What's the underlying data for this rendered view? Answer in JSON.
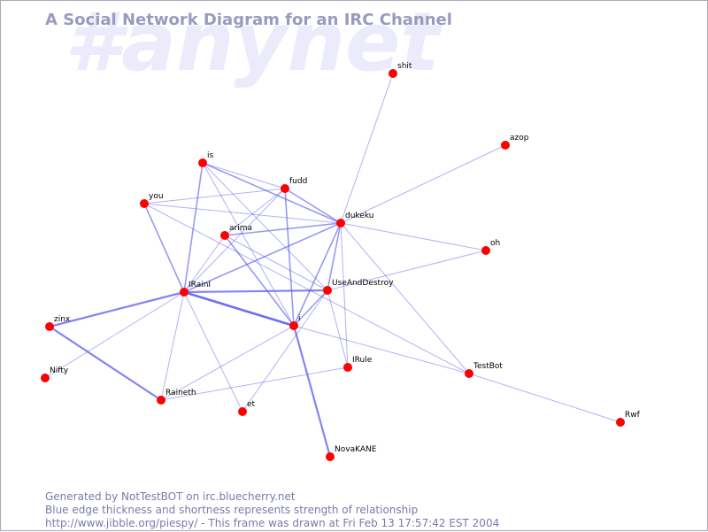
{
  "diagram": {
    "title": "A Social Network Diagram for an IRC Channel",
    "channel_watermark": "#anynet",
    "colors": {
      "node": "#ff0000",
      "edge": "#5555ee",
      "watermark": "#ebebfc",
      "title": "#9a9ac0",
      "footer": "#7a7aaa"
    },
    "nodes": [
      {
        "id": "shit",
        "label": "shit"
      },
      {
        "id": "azop",
        "label": "azop"
      },
      {
        "id": "is",
        "label": "is"
      },
      {
        "id": "fudd",
        "label": "fudd"
      },
      {
        "id": "you",
        "label": "you"
      },
      {
        "id": "dukeku",
        "label": "dukeku"
      },
      {
        "id": "arima",
        "label": "arima"
      },
      {
        "id": "oh",
        "label": "oh"
      },
      {
        "id": "IRainI",
        "label": "IRainI"
      },
      {
        "id": "UseAndDestroy",
        "label": "UseAndDestroy"
      },
      {
        "id": "zinx",
        "label": "zinx"
      },
      {
        "id": "i",
        "label": "i"
      },
      {
        "id": "IRule",
        "label": "IRule"
      },
      {
        "id": "TestBot",
        "label": "TestBot"
      },
      {
        "id": "Nifty",
        "label": "Nifty"
      },
      {
        "id": "Raineth",
        "label": "Raineth"
      },
      {
        "id": "et",
        "label": "et"
      },
      {
        "id": "Rwf",
        "label": "Rwf"
      },
      {
        "id": "NovaKANE",
        "label": "NovaKANE"
      }
    ],
    "edges": [
      {
        "source": "IRainI",
        "target": "i",
        "weight": 4
      },
      {
        "source": "IRainI",
        "target": "UseAndDestroy",
        "weight": 3
      },
      {
        "source": "IRainI",
        "target": "zinx",
        "weight": 3
      },
      {
        "source": "zinx",
        "target": "Raineth",
        "weight": 3
      },
      {
        "source": "i",
        "target": "NovaKANE",
        "weight": 3
      },
      {
        "source": "IRainI",
        "target": "dukeku",
        "weight": 2
      },
      {
        "source": "IRainI",
        "target": "you",
        "weight": 2
      },
      {
        "source": "IRainI",
        "target": "is",
        "weight": 2
      },
      {
        "source": "IRainI",
        "target": "Raineth",
        "weight": 1
      },
      {
        "source": "IRainI",
        "target": "Nifty",
        "weight": 1
      },
      {
        "source": "IRainI",
        "target": "et",
        "weight": 1
      },
      {
        "source": "IRainI",
        "target": "arima",
        "weight": 1
      },
      {
        "source": "IRainI",
        "target": "fudd",
        "weight": 1
      },
      {
        "source": "is",
        "target": "dukeku",
        "weight": 2
      },
      {
        "source": "is",
        "target": "fudd",
        "weight": 1
      },
      {
        "source": "is",
        "target": "UseAndDestroy",
        "weight": 1
      },
      {
        "source": "is",
        "target": "i",
        "weight": 1
      },
      {
        "source": "fudd",
        "target": "dukeku",
        "weight": 2
      },
      {
        "source": "fudd",
        "target": "arima",
        "weight": 1
      },
      {
        "source": "fudd",
        "target": "i",
        "weight": 2
      },
      {
        "source": "fudd",
        "target": "you",
        "weight": 1
      },
      {
        "source": "you",
        "target": "dukeku",
        "weight": 1
      },
      {
        "source": "you",
        "target": "TestBot",
        "weight": 1
      },
      {
        "source": "arima",
        "target": "dukeku",
        "weight": 2
      },
      {
        "source": "arima",
        "target": "i",
        "weight": 2
      },
      {
        "source": "arima",
        "target": "UseAndDestroy",
        "weight": 1
      },
      {
        "source": "dukeku",
        "target": "shit",
        "weight": 1
      },
      {
        "source": "dukeku",
        "target": "azop",
        "weight": 1
      },
      {
        "source": "dukeku",
        "target": "oh",
        "weight": 1
      },
      {
        "source": "dukeku",
        "target": "UseAndDestroy",
        "weight": 2
      },
      {
        "source": "dukeku",
        "target": "i",
        "weight": 2
      },
      {
        "source": "dukeku",
        "target": "IRule",
        "weight": 1
      },
      {
        "source": "dukeku",
        "target": "TestBot",
        "weight": 1
      },
      {
        "source": "UseAndDestroy",
        "target": "i",
        "weight": 2
      },
      {
        "source": "UseAndDestroy",
        "target": "oh",
        "weight": 1
      },
      {
        "source": "UseAndDestroy",
        "target": "IRule",
        "weight": 1
      },
      {
        "source": "UseAndDestroy",
        "target": "et",
        "weight": 1
      },
      {
        "source": "i",
        "target": "TestBot",
        "weight": 1
      },
      {
        "source": "i",
        "target": "Raineth",
        "weight": 1
      },
      {
        "source": "Raineth",
        "target": "IRule",
        "weight": 1
      },
      {
        "source": "TestBot",
        "target": "Rwf",
        "weight": 1
      }
    ]
  },
  "footer": {
    "line1": "Generated by NotTestBOT on irc.bluecherry.net",
    "line2": "Blue edge thickness and shortness represents strength of relationship",
    "line3": "http://www.jibble.org/piespy/ - This frame was drawn at Fri Feb 13 17:57:42 EST 2004"
  }
}
